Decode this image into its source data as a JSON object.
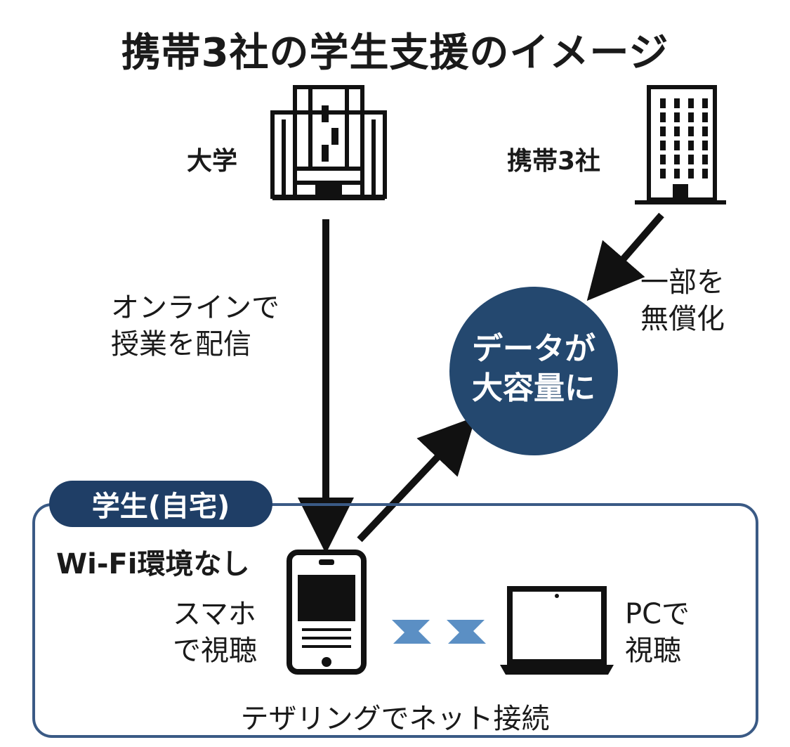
{
  "title": "携帯3社の学生支援のイメージ",
  "university": {
    "label": "大学"
  },
  "carriers": {
    "label": "携帯3社"
  },
  "online_delivery": {
    "line1": "オンラインで",
    "line2": "授業を配信"
  },
  "free_partial": {
    "line1": "一部を",
    "line2": "無償化"
  },
  "data_bubble": {
    "line1": "データが",
    "line2": "大容量に"
  },
  "student": {
    "tag": "学生(自宅)",
    "wifi": "Wi-Fi環境なし",
    "smartphone": {
      "line1": "スマホ",
      "line2": "で視聴"
    },
    "pc": {
      "line1": "PCで",
      "line2": "視聴"
    },
    "tethering": "テザリングでネット接続"
  },
  "colors": {
    "navy": "#1f3e66",
    "bubble": "#24486f",
    "border": "#3a5a85",
    "tether": "#5b8fc4"
  }
}
